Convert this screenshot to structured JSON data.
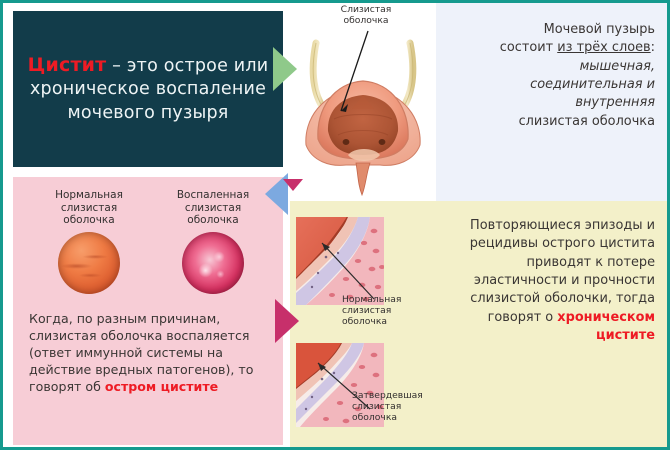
{
  "theme": {
    "frame_border": "#159a8e",
    "title_bg": "#123c4a",
    "title_fg": "#eef4f5",
    "accent_red": "#ee1b24",
    "pink_panel": "#f7cdd6",
    "yellow_panel": "#f3f0c9",
    "blue_panel": "#eef2fa",
    "arrow_green": "#8fc98a",
    "arrow_blue": "#7ca9e0",
    "arrow_magenta": "#c7306b"
  },
  "title_card": {
    "accent_word": "Цистит",
    "rest": " – это острое или хроническое воспаление мочевого пузыря"
  },
  "bladder_diagram": {
    "callout_label": "Слизистая\nоболочка",
    "caption_line1": "Слизистая",
    "caption_line2": "оболочка"
  },
  "top_right_text": {
    "line1": "Мочевой пузырь",
    "line2_prefix": "состоит ",
    "line2_underlined": "из трёх слоев",
    "line2_suffix": ":",
    "line3_italic": "мышечная,",
    "line4_italic": "соединительная и",
    "line5_italic": "внутренняя",
    "line6": "слизистая оболочка"
  },
  "scope_images": [
    {
      "caption_line1": "Нормальная",
      "caption_line2": "слизистая",
      "caption_line3": "оболочка",
      "state": "normal"
    },
    {
      "caption_line1": "Воспаленная",
      "caption_line2": "слизистая",
      "caption_line3": "оболочка",
      "state": "inflamed"
    }
  ],
  "bottom_left_text": {
    "body": "Когда, по разным причинам, слизистая оболочка воспаляется (ответ иммунной системы на действие вредных патогенов), то говорят об ",
    "accent": "остром цистите"
  },
  "histology": [
    {
      "caption_line1": "Нормальная",
      "caption_line2": "слизистая",
      "caption_line3": "оболочка",
      "state": "normal"
    },
    {
      "caption_line1": "Затвердевшая",
      "caption_line2": "слизистая",
      "caption_line3": "оболочка",
      "state": "hardened"
    }
  ],
  "bottom_right_text": {
    "body": "Повторяющиеся эпизоды и рецидивы острого цистита приводят к потере эластичности и прочности слизистой оболочки, тогда говорят о ",
    "accent_line1": "хроническом",
    "accent_line2": "цистите"
  },
  "icons": {
    "arrow_green": "triangle-right-icon",
    "arrow_blue": "triangle-left-icon",
    "arrow_magenta": "triangle-right-icon",
    "arrow_magenta_small": "triangle-down-icon"
  }
}
